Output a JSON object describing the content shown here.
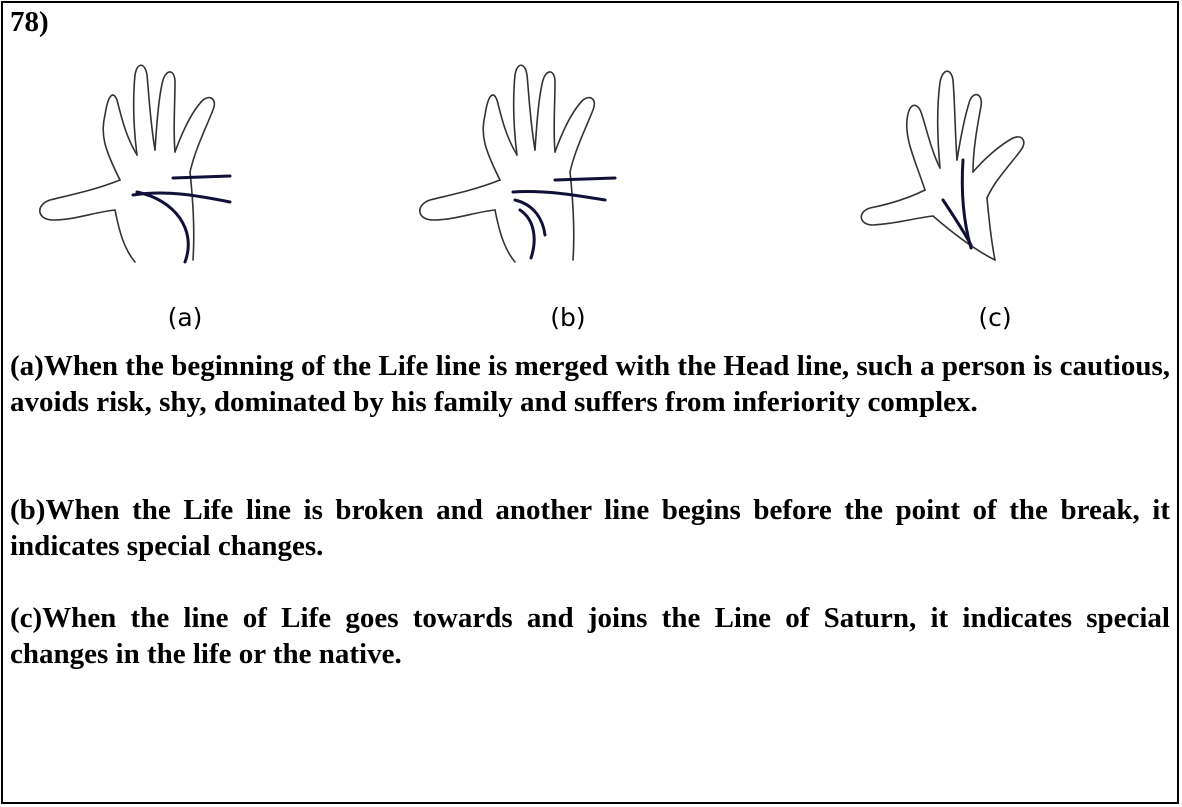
{
  "item_number": "78)",
  "figures": [
    {
      "caption": "(a)",
      "icon": "palm-life-head-merged"
    },
    {
      "caption": "(b)",
      "icon": "palm-life-line-broken"
    },
    {
      "caption": "(c)",
      "icon": "palm-life-joins-saturn"
    }
  ],
  "paragraphs": [
    "(a)When the beginning of the Life line is merged with the Head line, such a person is cautious, avoids risk, shy, dominated by his family and suffers from inferiority complex.",
    "(b)When the Life line is broken and another line begins before the point of the break, it indicates special changes.",
    "(c)When the line of Life goes towards and joins the Line of Saturn, it indicates special changes in the life or the native."
  ],
  "colors": {
    "text": "#000000",
    "outline": "#333333",
    "palm_line": "#101038"
  }
}
